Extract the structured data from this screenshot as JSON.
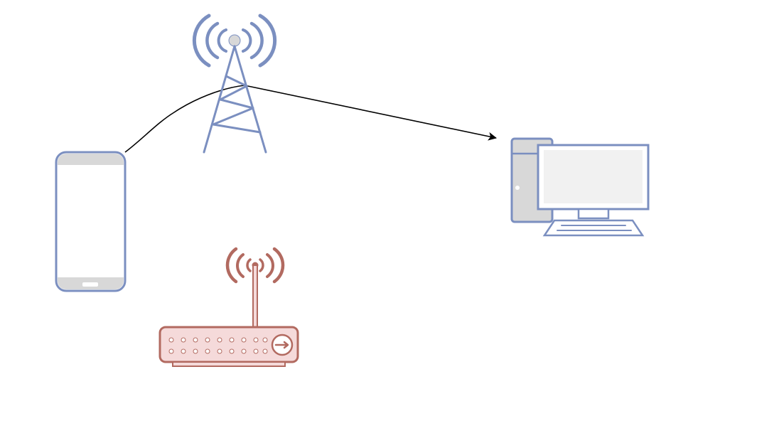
{
  "diagram": {
    "nodes": [
      {
        "id": "phone",
        "icon": "smartphone-icon"
      },
      {
        "id": "tower",
        "icon": "cell-tower-icon"
      },
      {
        "id": "router",
        "icon": "wireless-router-icon"
      },
      {
        "id": "computer",
        "icon": "desktop-computer-icon"
      }
    ],
    "edges": [
      {
        "from": "phone",
        "via": "tower",
        "to": "computer",
        "arrow": "end"
      }
    ]
  },
  "colors": {
    "device_stroke": "#7b8fc0",
    "device_fill": "#ffffff",
    "device_accent": "#d8d8d8",
    "router_stroke": "#b26a60",
    "router_fill": "#f5dada",
    "connector": "#000000",
    "background": "#ffffff"
  }
}
